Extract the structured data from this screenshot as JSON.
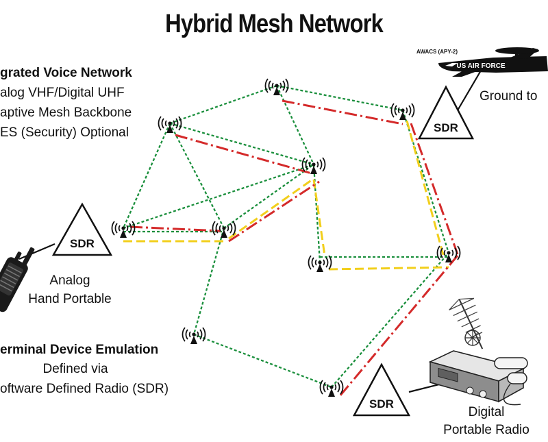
{
  "title": "Hybrid Mesh Network",
  "voice": {
    "heading": "grated Voice Network",
    "line1": "alog VHF/Digital UHF",
    "line2": "aptive Mesh Backbone",
    "line3": "ES (Security) Optional"
  },
  "ground_label": "Ground to",
  "aircraft": {
    "model": "AWACS (APY-2)",
    "marking": "US AIR FORCE"
  },
  "sdr_label": "SDR",
  "analog": {
    "line1": "Analog",
    "line2": "Hand Portable"
  },
  "terminal": {
    "heading": "erminal Device Emulation",
    "line1": "Defined via",
    "line2": "oftware Defined Radio (SDR)"
  },
  "digital": {
    "line1": "Digital",
    "line2": "Portable Radio"
  },
  "colors": {
    "green": "#1a8f3c",
    "red": "#d42a2a",
    "yellow": "#f2cf1c",
    "ink": "#111111"
  },
  "icons": {
    "node": "radio-antenna-icon",
    "aircraft": "awacs-aircraft-icon",
    "handheld": "handheld-radio-icon",
    "digital_radio": "portable-radio-icon"
  }
}
